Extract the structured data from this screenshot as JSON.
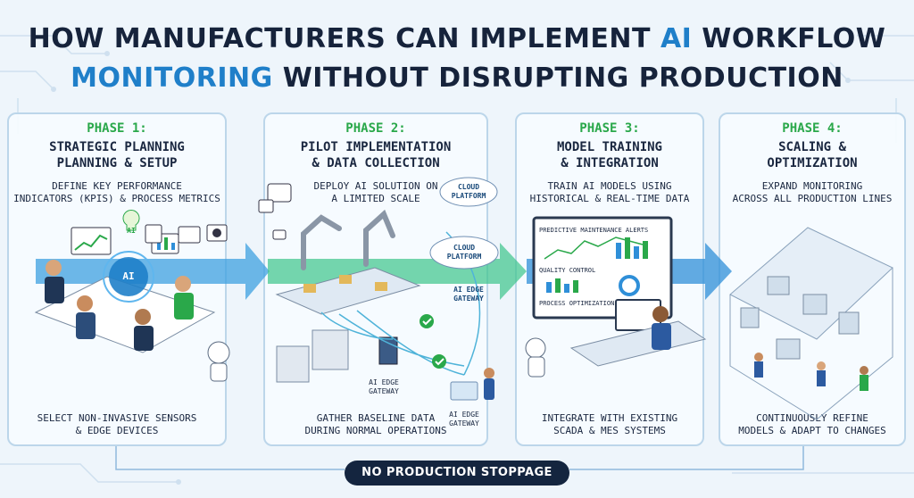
{
  "title": {
    "line1_pre": "HOW MANUFACTURERS CAN IMPLEMENT ",
    "line1_hl": "AI",
    "line1_post": " WORKFLOW",
    "line2_hl": "MONITORING",
    "line2_post": " WITHOUT DISRUPTING PRODUCTION"
  },
  "phases": [
    {
      "label": "PHASE 1:",
      "name1": "STRATEGIC PLANNING",
      "name2": "PLANNING & SETUP",
      "desc1": "DEFINE KEY PERFORMANCE",
      "desc2": "INDICATORS (KPIs) & PROCESS METRICS",
      "bottom1": "SELECT NON-INVASIVE SENSORS",
      "bottom2": "& EDGE DEVICES"
    },
    {
      "label": "PHASE 2:",
      "name1": "PILOT IMPLEMENTATION",
      "name2": "& DATA COLLECTION",
      "desc1": "DEPLOY AI SOLUTION ON",
      "desc2": "A LIMITED SCALE",
      "bottom1": "GATHER BASELINE DATA",
      "bottom2": "DURING NORMAL OPERATIONS"
    },
    {
      "label": "PHASE 3:",
      "name1": "MODEL TRAINING",
      "name2": "& INTEGRATION",
      "desc1": "TRAIN AI MODELS USING",
      "desc2": "HISTORICAL & REAL-TIME DATA",
      "bottom1": "INTEGRATE WITH EXISTING",
      "bottom2": "SCADA & MES SYSTEMS"
    },
    {
      "label": "PHASE 4:",
      "name1": "SCALING &",
      "name2": "OPTIMIZATION",
      "desc1": "EXPAND MONITORING",
      "desc2": "ACROSS ALL PRODUCTION LINES",
      "bottom1": "CONTINUOUSLY REFINE",
      "bottom2": "MODELS & ADAPT TO CHANGES"
    }
  ],
  "illustration_labels": {
    "ai_badge": "AI",
    "ai_bulb": "AI",
    "cloud1_l1": "CLOUD",
    "cloud1_l2": "PLATFORM",
    "cloud2_l1": "CLOUD",
    "cloud2_l2": "PLATFORM",
    "gateway_top_l1": "AI EDGE",
    "gateway_top_l2": "GATEWAY",
    "gateway_mid_l1": "AI EDGE",
    "gateway_mid_l2": "GATEWAY",
    "gateway_low_l1": "AI EDGE",
    "gateway_low_l2": "GATEWAY",
    "screen_alerts": "PREDICTIVE MAINTENANCE ALERTS",
    "screen_quality": "QUALITY CONTROL",
    "screen_process": "PROCESS OPTIMIZATION"
  },
  "footer": {
    "pill": "NO PRODUCTION STOPPAGE"
  },
  "colors": {
    "accent_blue": "#1f7fc9",
    "phase_green": "#2aa84a",
    "navy": "#16233b",
    "arrow_blue": "#2f8fd8",
    "arrow_green": "#3cc48a"
  }
}
